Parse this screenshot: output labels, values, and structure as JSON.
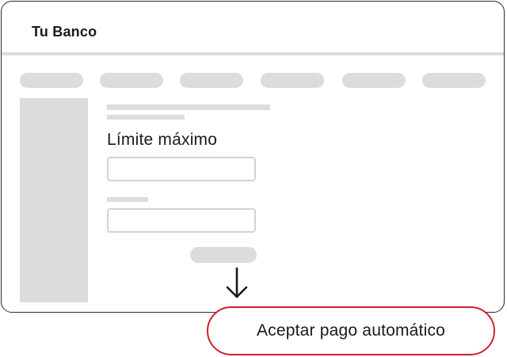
{
  "app": {
    "bank_name": "Tu Banco"
  },
  "form": {
    "limit_heading": "Límite máximo",
    "limit_input_value": "",
    "second_input_value": ""
  },
  "cta": {
    "label": "Aceptar pago automático"
  },
  "icons": {
    "arrow": "arrow-down-icon"
  },
  "colors": {
    "cta_border": "#d0202e",
    "placeholder_gray": "#dcdcdc",
    "window_border": "#2b2b2b"
  }
}
